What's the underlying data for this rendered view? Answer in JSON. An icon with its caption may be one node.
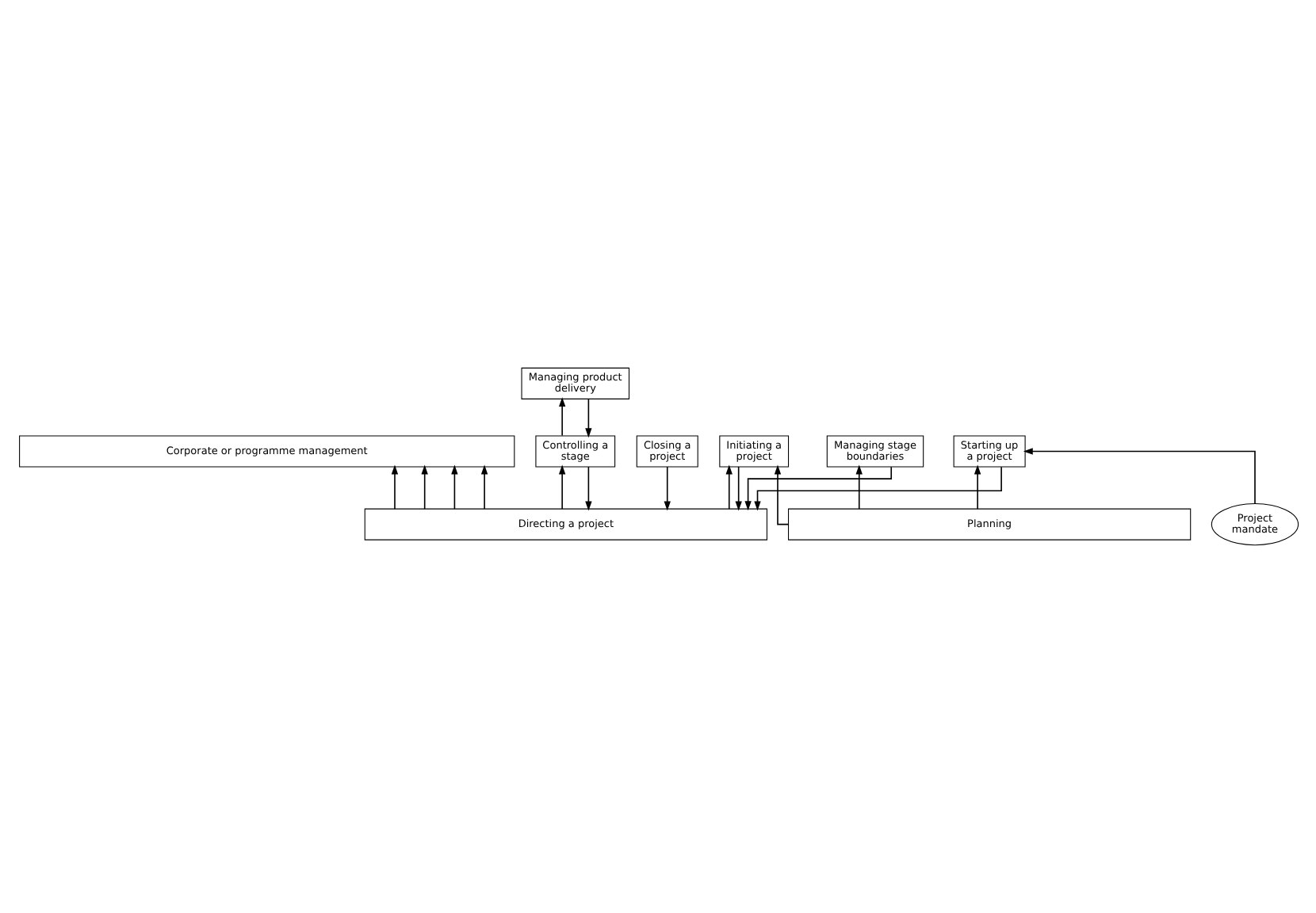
{
  "diagram": {
    "nodes": [
      {
        "text": [
          "Corporate or programme management"
        ]
      },
      {
        "text": [
          "Project mandate"
        ]
      },
      {
        "text": [
          "Directing a project"
        ]
      },
      {
        "text": [
          "Starting up a project"
        ]
      },
      {
        "text": [
          "Initiating a project"
        ]
      },
      {
        "text": [
          "Controlling a stage"
        ]
      },
      {
        "text": [
          "Managing stage boundaries"
        ]
      },
      {
        "text": [
          "Closing a project"
        ]
      },
      {
        "text": [
          "Managing product delivery"
        ]
      },
      {
        "text": [
          "Planning"
        ]
      }
    ],
    "edges": [
      {
        "from": 2,
        "to": 0,
        "arrow": "to"
      },
      {
        "from": 2,
        "to": 0,
        "arrow": "to"
      },
      {
        "from": 2,
        "to": 0,
        "arrow": "to"
      },
      {
        "from": 2,
        "to": 0,
        "arrow": "to"
      },
      {
        "from": 1,
        "to": 3,
        "arrow": "to"
      },
      {
        "from": 3,
        "to": 2,
        "arrow": "to"
      },
      {
        "from": 2,
        "to": 4,
        "arrow": "to"
      },
      {
        "from": 4,
        "to": 2,
        "arrow": "to"
      },
      {
        "from": 2,
        "to": 5,
        "arrow": "to"
      },
      {
        "from": 5,
        "to": 2,
        "arrow": "to"
      },
      {
        "from": 6,
        "to": 2,
        "arrow": "to"
      },
      {
        "from": 7,
        "to": 2,
        "arrow": "to"
      },
      {
        "from": 5,
        "to": 8,
        "arrow": "to"
      },
      {
        "from": 8,
        "to": 5,
        "arrow": "to"
      },
      {
        "from": 9,
        "to": 3,
        "arrow": "to"
      },
      {
        "from": 9,
        "to": 4,
        "arrow": "to"
      },
      {
        "from": 9,
        "to": 6,
        "arrow": "to"
      }
    ]
  }
}
